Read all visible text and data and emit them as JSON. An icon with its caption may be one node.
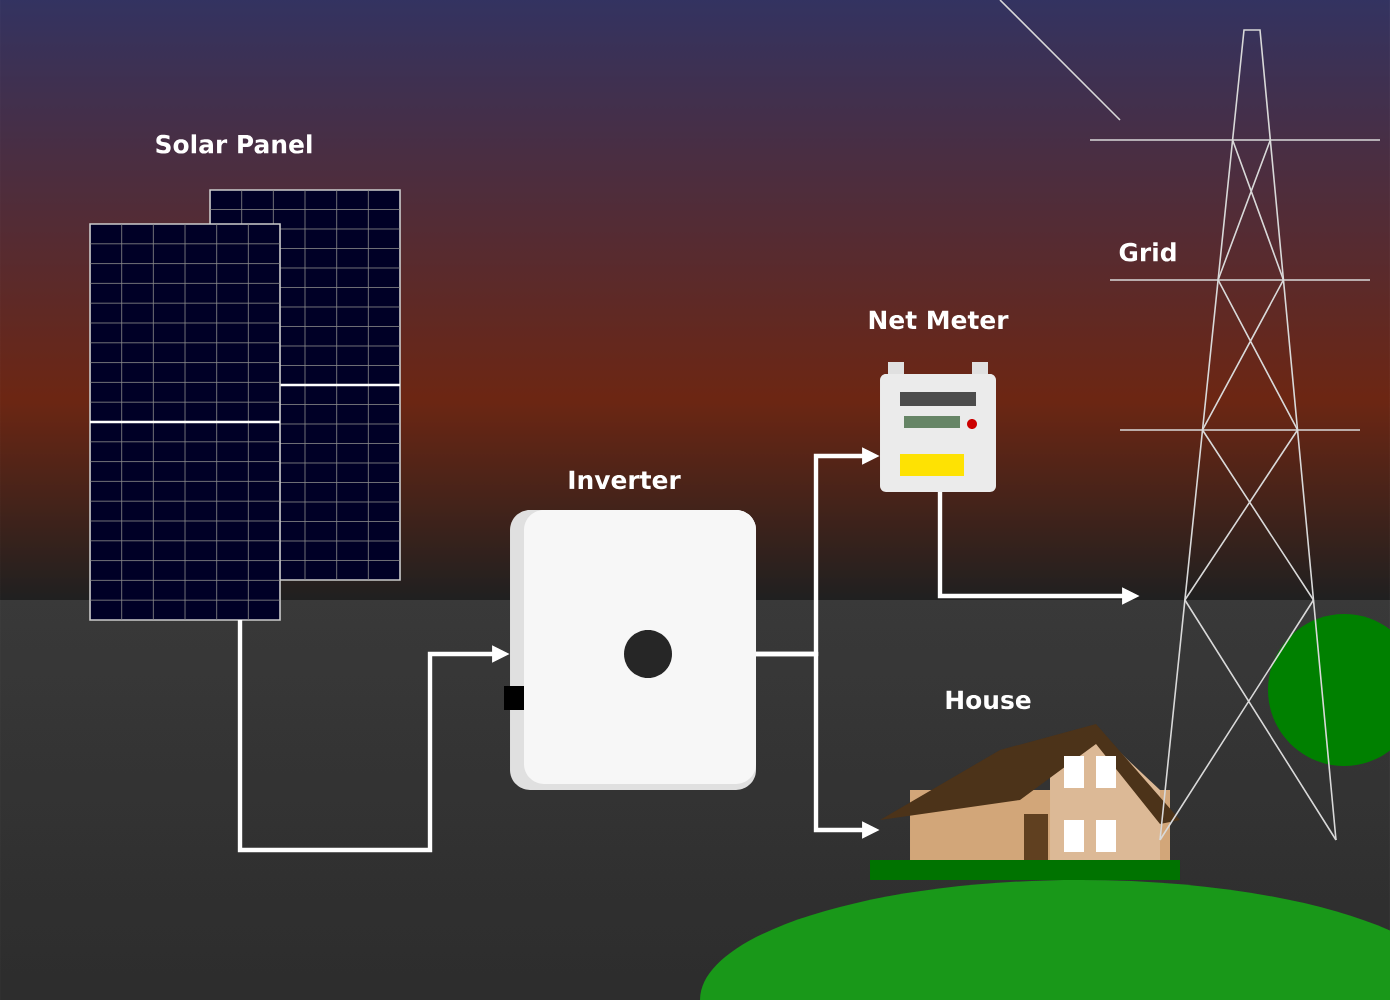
{
  "diagram": {
    "nodes": [
      {
        "text": [
          "Solar Panel"
        ]
      },
      {
        "text": [
          "Inverter"
        ]
      },
      {
        "text": [
          "Net Meter"
        ]
      },
      {
        "text": [
          "House"
        ]
      },
      {
        "text": [
          "Grid"
        ]
      }
    ],
    "edges": [
      {
        "from": 0,
        "to": 1,
        "arrow": "to"
      },
      {
        "from": 1,
        "to": 2,
        "arrow": "to"
      },
      {
        "from": 1,
        "to": 3,
        "arrow": "to"
      },
      {
        "from": 2,
        "to": 4,
        "arrow": "to"
      }
    ]
  }
}
